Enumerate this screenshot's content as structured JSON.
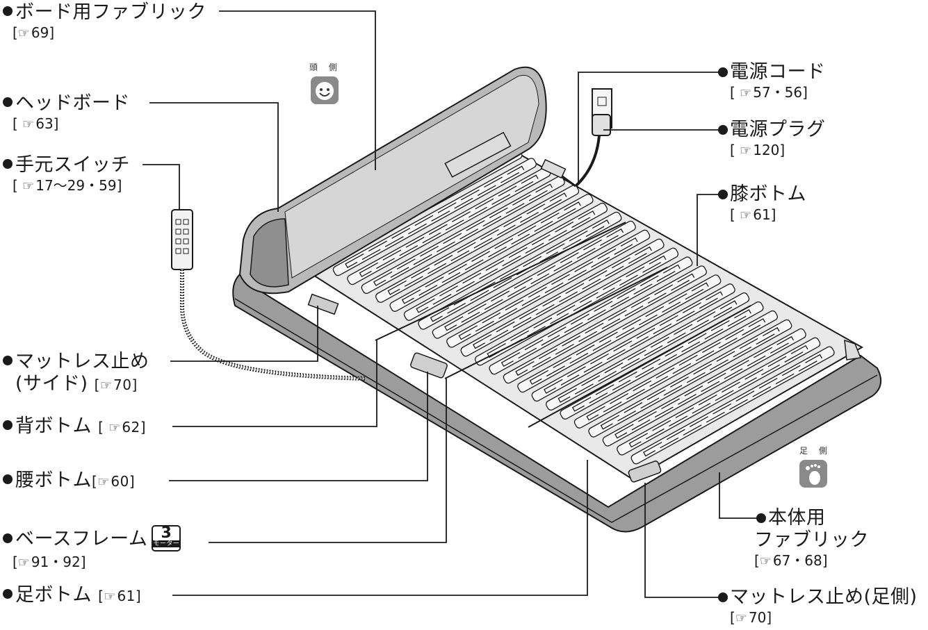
{
  "labels": {
    "board_fabric": {
      "name": "ボード用ファブリック",
      "ref": "69"
    },
    "headboard": {
      "name": "ヘッドボード",
      "ref": "63"
    },
    "hand_switch": {
      "name": "手元スイッチ",
      "ref": "17～29・59"
    },
    "mattress_stop_side": {
      "name": "マットレス止め",
      "name2": "(サイド)",
      "ref": "70"
    },
    "back_bottom": {
      "name": "背ボトム",
      "ref": "62"
    },
    "waist_bottom": {
      "name": "腰ボトム",
      "ref": "60"
    },
    "base_frame": {
      "name": "ベースフレーム",
      "ref": "91・92",
      "badge_num": "3",
      "badge_text": "モーター"
    },
    "foot_bottom": {
      "name": "足ボトム",
      "ref": "61"
    },
    "power_cord": {
      "name": "電源コード",
      "ref": "57・56"
    },
    "power_plug": {
      "name": "電源プラグ",
      "ref": "120"
    },
    "knee_bottom": {
      "name": "膝ボトム",
      "ref": "61"
    },
    "body_fabric": {
      "name": "本体用",
      "name2": "ファブリック",
      "ref": "67・68"
    },
    "mattress_stop_foot": {
      "name": "マットレス止め(足側)",
      "ref": "70"
    }
  },
  "side_labels": {
    "head": "頭 側",
    "foot": "足 側"
  },
  "ref_icon": "pointing-hand-icon",
  "colors": {
    "frame": "#9c9c9c",
    "slat": "#e8e8e8",
    "dark": "#1a1a1a"
  }
}
